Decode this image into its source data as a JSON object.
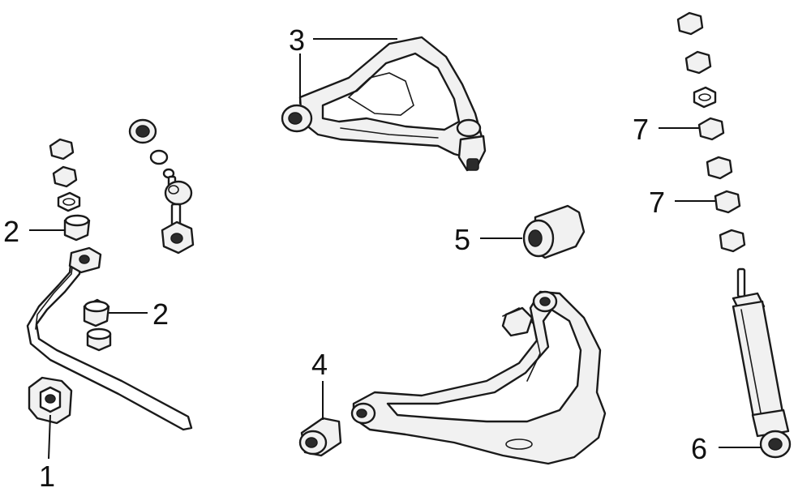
{
  "callouts": [
    {
      "id": "c1",
      "label": "1"
    },
    {
      "id": "c2a",
      "label": "2"
    },
    {
      "id": "c2b",
      "label": "2"
    },
    {
      "id": "c3",
      "label": "3"
    },
    {
      "id": "c4",
      "label": "4"
    },
    {
      "id": "c5",
      "label": "5"
    },
    {
      "id": "c6",
      "label": "6"
    },
    {
      "id": "c7a",
      "label": "7"
    },
    {
      "id": "c7b",
      "label": "7"
    }
  ]
}
